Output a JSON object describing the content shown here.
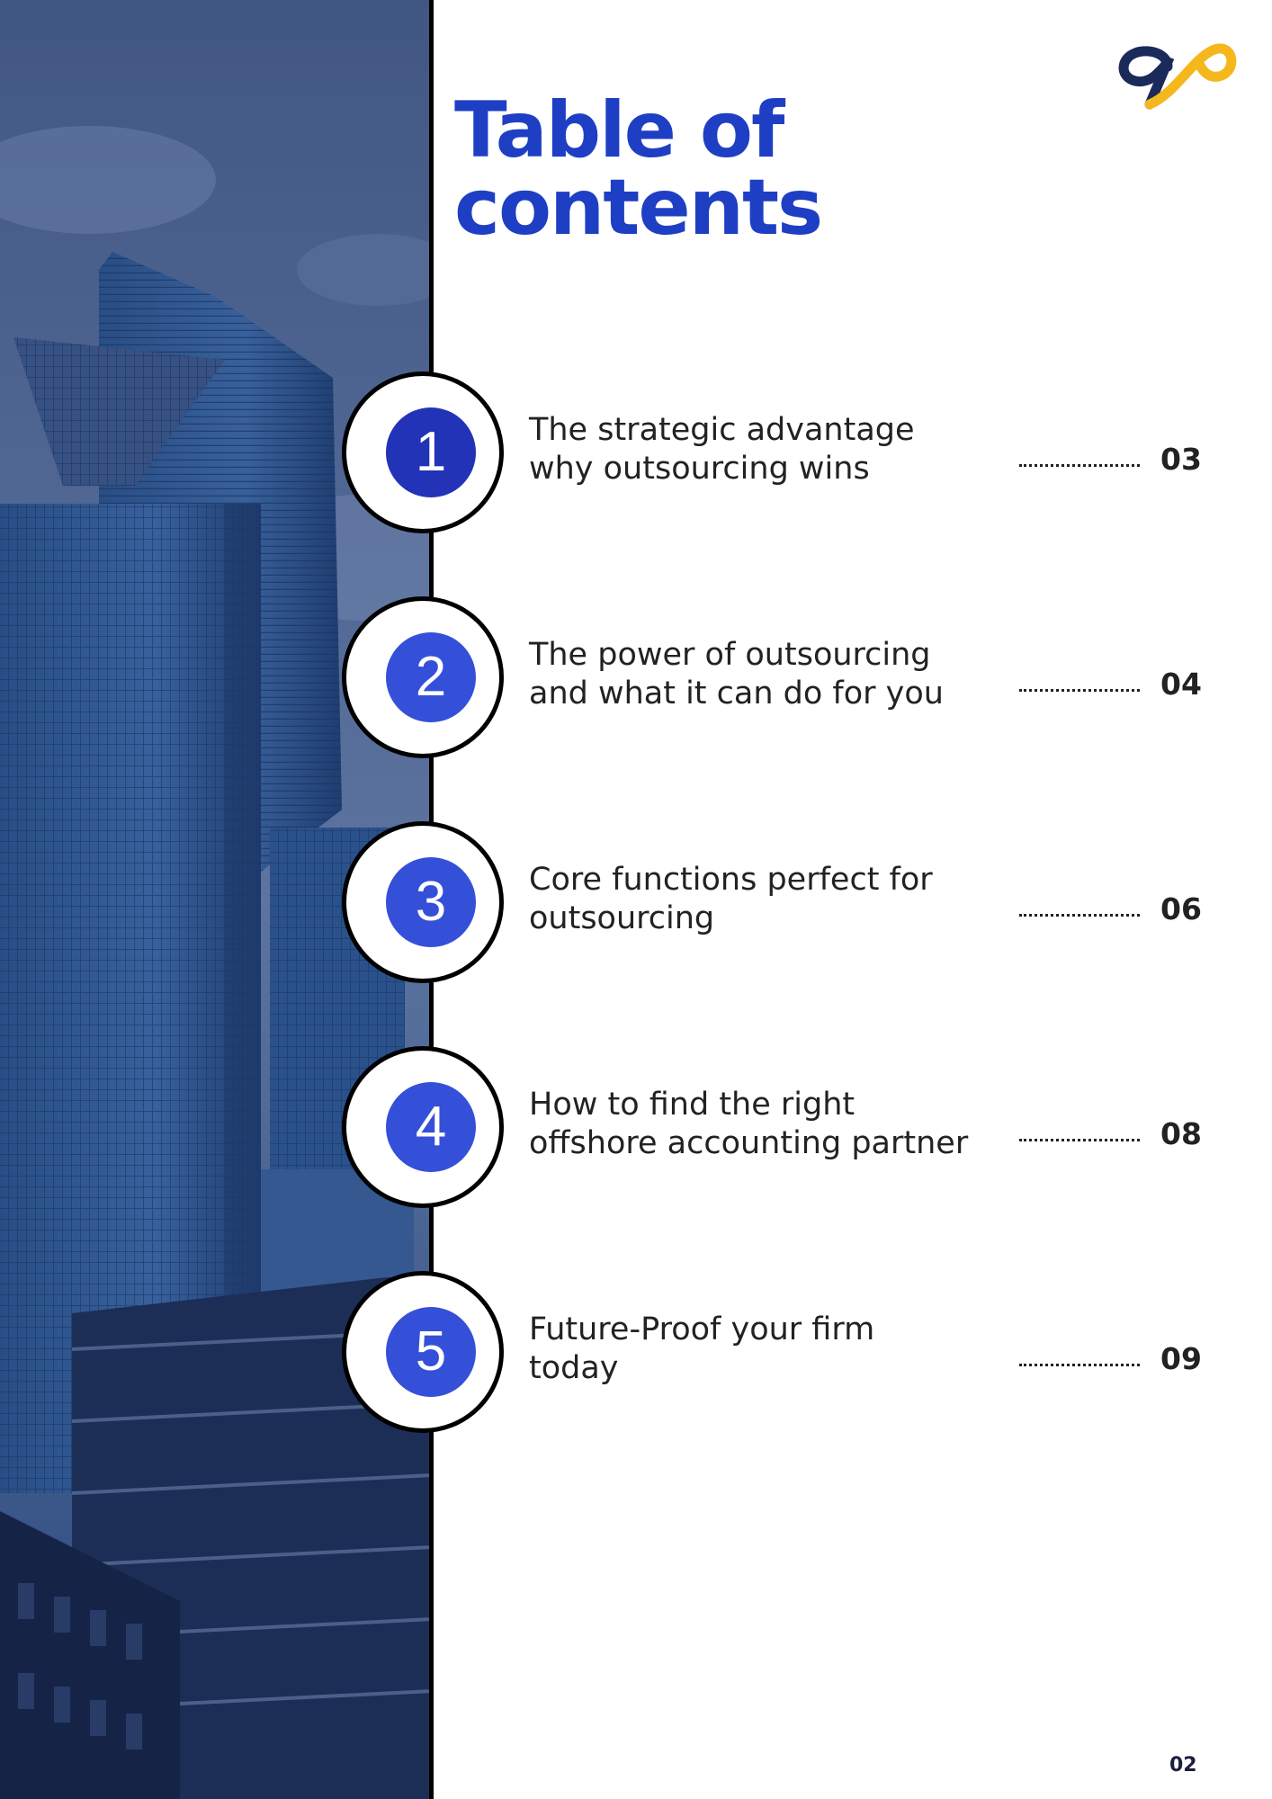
{
  "title": {
    "line1": "Table of",
    "line2": "contents"
  },
  "items": [
    {
      "number": "1",
      "line1": "The strategic advantage",
      "line2": "why outsourcing wins",
      "page": "03"
    },
    {
      "number": "2",
      "line1": "The power of outsourcing",
      "line2": "and what it can do for you",
      "page": "04"
    },
    {
      "number": "3",
      "line1": "Core functions perfect for",
      "line2": "outsourcing",
      "page": "06"
    },
    {
      "number": "4",
      "line1": "How to find the right",
      "line2": "offshore accounting partner",
      "page": "08"
    },
    {
      "number": "5",
      "line1": "Future-Proof your firm",
      "line2": "today",
      "page": "09"
    }
  ],
  "footer": {
    "page_number": "02"
  },
  "colors": {
    "title": "#1e3fc4",
    "badge_1": "#2233b8",
    "badge_other": "#3550d8",
    "logo_navy": "#1a2a5a",
    "logo_gold": "#f5b81c",
    "text": "#222222"
  },
  "icons": {
    "logo": "infinity-logo-icon"
  }
}
